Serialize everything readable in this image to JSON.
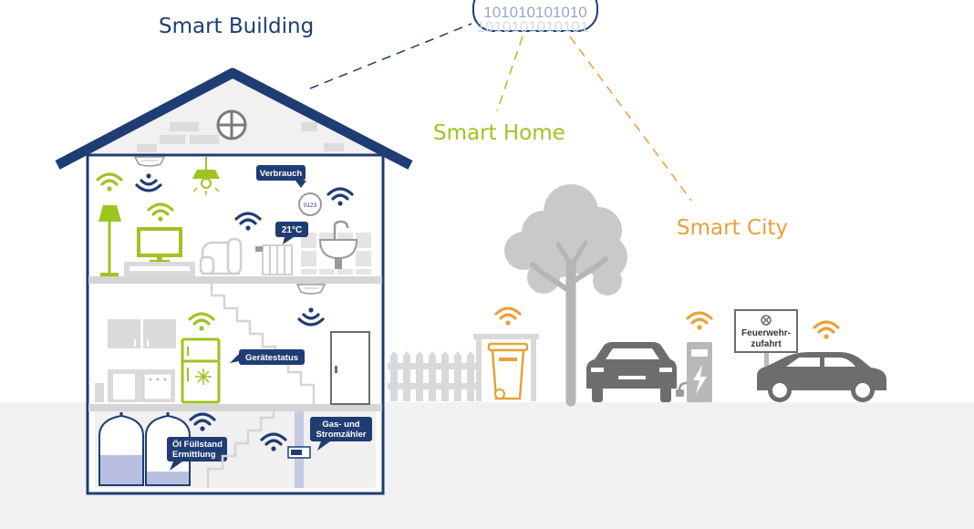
{
  "labels": {
    "smart_building": "Smart Building",
    "smart_home": "Smart Home",
    "smart_city": "Smart City",
    "binary_line1": "101010101010",
    "binary_line2": "1010101010101"
  },
  "callouts": {
    "verbrauch": "Verbrauch",
    "temperature": "21°C",
    "geraetestatus": "Gerätestatus",
    "oel_line1": "Öl Füllstand",
    "oel_line2": "Ermittlung",
    "gas_line1": "Gas- und",
    "gas_line2": "Stromzähler",
    "meter_reading": "0123"
  },
  "sign": {
    "line1": "Feuerwehr-",
    "line2": "zufahrt"
  },
  "colors": {
    "navy": "#1f3d73",
    "green": "#9ec41f",
    "orange": "#e8a13a",
    "light_gray": "#d6d6d6",
    "mid_gray": "#b8b8b8",
    "dark_gray": "#6d6d6d",
    "ground": "#f2f1f1"
  }
}
